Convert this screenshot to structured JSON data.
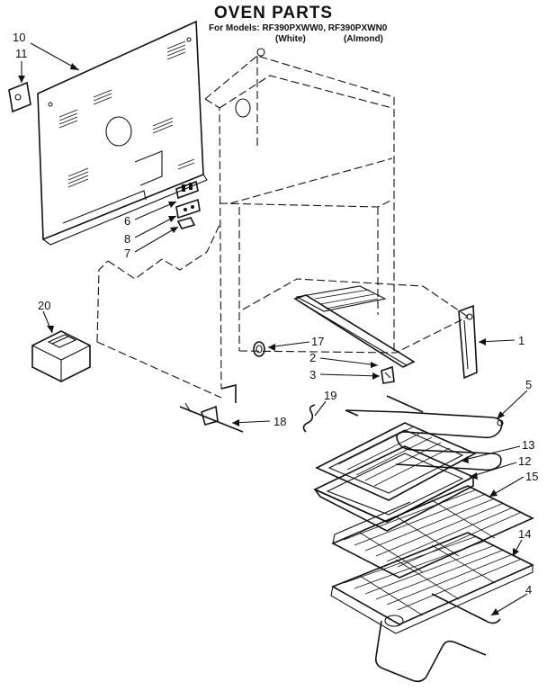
{
  "title": "OVEN PARTS",
  "models": {
    "line": "For Models: RF390PXWW0, RF390PXWN0",
    "variant_white": "(White)",
    "variant_almond": "(Almond)"
  },
  "callouts": {
    "c1": "1",
    "c2": "2",
    "c3": "3",
    "c4": "4",
    "c5": "5",
    "c6": "6",
    "c7": "7",
    "c8": "8",
    "c10": "10",
    "c11": "11",
    "c12": "12",
    "c13": "13",
    "c14": "14",
    "c15": "15",
    "c17": "17",
    "c18": "18",
    "c19": "19",
    "c20": "20"
  }
}
